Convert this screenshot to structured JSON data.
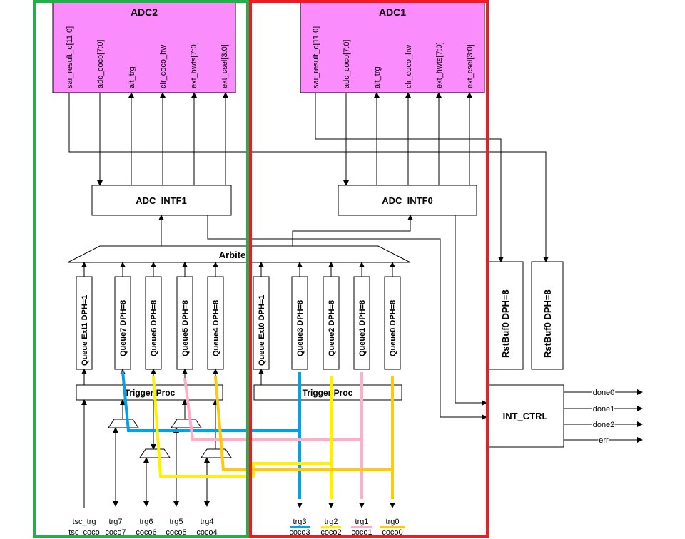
{
  "colors": {
    "adc_fill": "#fb8cfb",
    "green_group": "#22b04b",
    "red_group": "#ed1c24",
    "trg3": "#00a2e8",
    "trg2": "#fff200",
    "trg1": "#ffaec9",
    "trg0": "#ffc90e"
  },
  "adc2": {
    "title": "ADC2",
    "ports": [
      "sar_result_o[11:0]",
      "adc_coco[7:0]",
      "alt_trg",
      "clr_coco_hw",
      "ext_hwts[7:0]",
      "ext_csel[3:0]"
    ]
  },
  "adc1": {
    "title": "ADC1",
    "ports": [
      "sar_result_o[11:0]",
      "adc_coco[7:0]",
      "alt_trg",
      "clr_coco_hw",
      "ext_hwts[7:0]",
      "ext_csel[3:0]"
    ]
  },
  "adc_intf1": "ADC_INTF1",
  "adc_intf0": "ADC_INTF0",
  "arbiter": "Arbiter",
  "queues_left": [
    "Queue Ext1 DPH=1",
    "Queue7 DPH=8",
    "Queue6 DPH=8",
    "Queue5 DPH=8",
    "Queue4 DPH=8"
  ],
  "queues_right": [
    "Queue Ext0 DPH=1",
    "Queue3 DPH=8",
    "Queue2 DPH=8",
    "Queue1 DPH=8",
    "Queue0 DPH=8"
  ],
  "trigger_proc": "Trigger Proc",
  "rstbuf": [
    "RstBuf0 DPH=8",
    "RstBuf0 DPH=8"
  ],
  "int_ctrl": {
    "title": "INT_CTRL",
    "outputs": [
      "done0",
      "done1",
      "done2",
      "err"
    ]
  },
  "bottom_left": [
    {
      "trg": "tsc_trg",
      "coco": "tsc_coco"
    },
    {
      "trg": "trg7",
      "coco": "coco7"
    },
    {
      "trg": "trg6",
      "coco": "coco6"
    },
    {
      "trg": "trg5",
      "coco": "coco5"
    },
    {
      "trg": "trg4",
      "coco": "coco4"
    }
  ],
  "bottom_right": [
    {
      "trg": "trg3",
      "coco": "coco3"
    },
    {
      "trg": "trg2",
      "coco": "coco2"
    },
    {
      "trg": "trg1",
      "coco": "coco1"
    },
    {
      "trg": "trg0",
      "coco": "coco0"
    }
  ]
}
